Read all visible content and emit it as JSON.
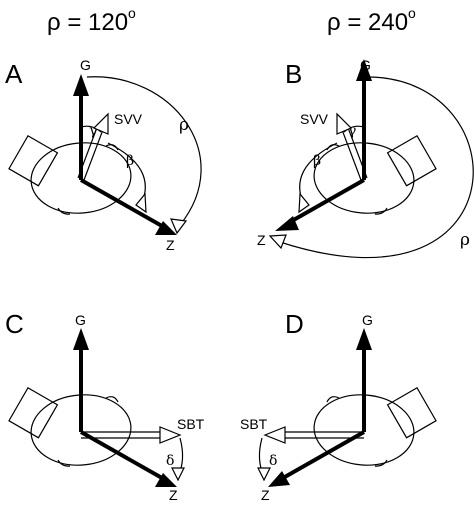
{
  "titles": {
    "left": {
      "text": "ρ = 120",
      "sup": "o"
    },
    "right": {
      "text": "ρ = 240",
      "sup": "o"
    }
  },
  "panels": {
    "A": {
      "letter": "A",
      "gravity": "G",
      "z_axis": "Z",
      "svv": "SVV",
      "rho": "ρ",
      "beta": "β",
      "gamma": "γ"
    },
    "B": {
      "letter": "B",
      "gravity": "G",
      "z_axis": "Z",
      "svv": "SVV",
      "rho": "ρ",
      "beta": "β",
      "gamma": "γ"
    },
    "C": {
      "letter": "C",
      "gravity": "G",
      "z_axis": "Z",
      "sbt": "SBT",
      "delta": "δ"
    },
    "D": {
      "letter": "D",
      "gravity": "G",
      "z_axis": "Z",
      "sbt": "SBT",
      "delta": "δ"
    }
  },
  "colors": {
    "ink": "#000000",
    "background": "#ffffff"
  }
}
